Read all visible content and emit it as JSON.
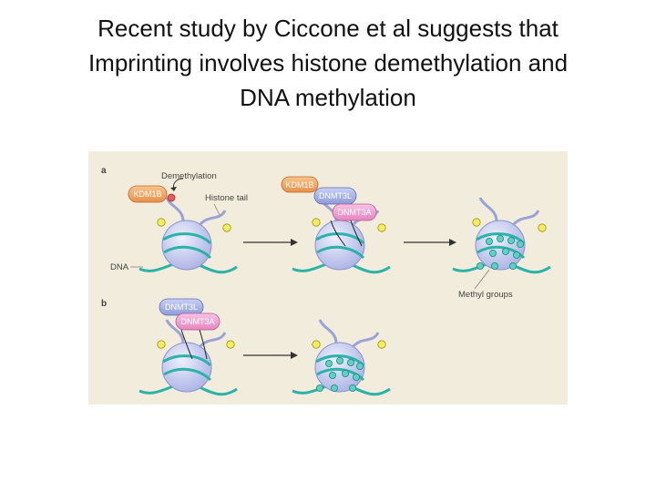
{
  "slide": {
    "title_lines": [
      "Recent study by Ciccone et al suggests that",
      "Imprinting involves histone demethylation and",
      "DNA methylation"
    ]
  },
  "figure": {
    "panel_a": "a",
    "panel_b": "b",
    "labels": {
      "demethylation": "Demethylation",
      "histone_tail": "Histone tail",
      "dna": "DNA",
      "methyl_groups": "Methyl groups"
    },
    "proteins": {
      "kdm1b": "KDM1B",
      "dnmt3l": "DNMT3L",
      "dnmt3a": "DNMT3A"
    },
    "colors": {
      "background": "#f2ecdd",
      "kdm1b": "#f0a860",
      "dnmt3l": "#a8b4e6",
      "dnmt3a": "#f0a0d0",
      "histone": "#c8cdf0",
      "dna": "#2bb3a8",
      "methyl": "#f4ee5a"
    }
  }
}
